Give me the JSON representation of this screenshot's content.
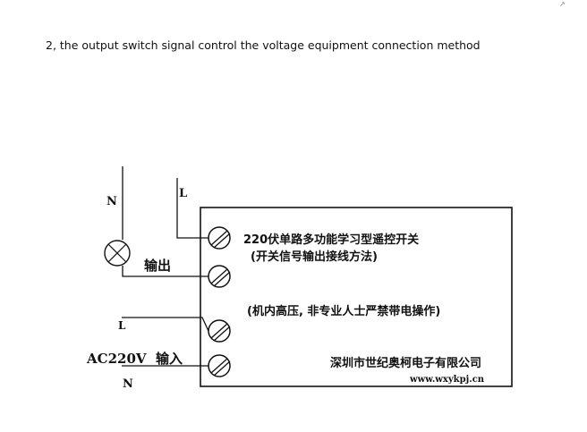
{
  "caption": "2, the output switch signal control the voltage equipment connection method",
  "corner_mark": "↗",
  "diagram": {
    "label_n_top": "N",
    "label_l_top": "L",
    "label_output": "输出",
    "label_l_bottom": "L",
    "label_input_voltage": "AC220V",
    "label_input": "输入",
    "label_n_bottom": "N",
    "device_title": "220伏单路多功能学习型遥控开关",
    "device_subtitle": "(开关信号输出接线方法)",
    "warning": "(机内高压, 非专业人士严禁带电操作)",
    "company": "深圳市世纪奥柯电子有限公司",
    "website": "www.wxykpj.cn"
  }
}
